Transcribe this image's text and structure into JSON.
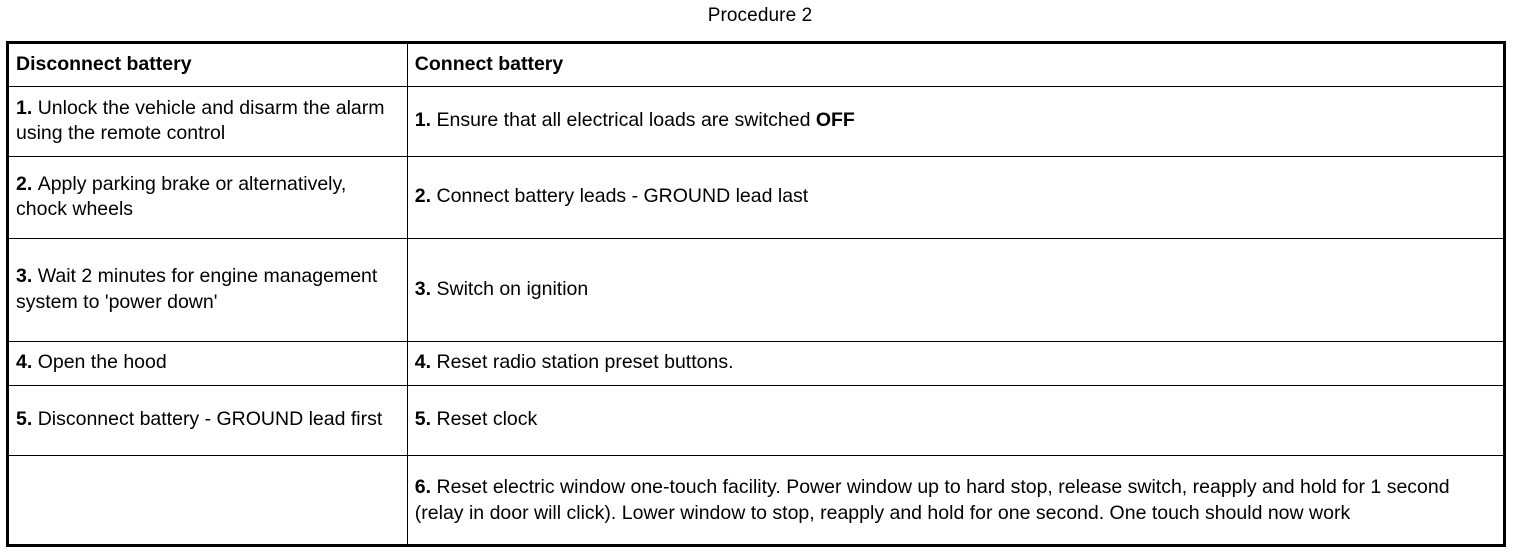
{
  "document": {
    "title": "Procedure 2"
  },
  "table": {
    "columns": [
      {
        "header": "Disconnect battery"
      },
      {
        "header": "Connect battery"
      }
    ],
    "disconnect_steps": [
      {
        "num": "1.",
        "text": "Unlock the vehicle and disarm the alarm using the remote control"
      },
      {
        "num": "2.",
        "text": "Apply parking brake or alternatively, chock wheels"
      },
      {
        "num": "3.",
        "text": "Wait 2 minutes for engine management system to 'power down'"
      },
      {
        "num": "4.",
        "text": "Open the hood"
      },
      {
        "num": "5.",
        "text": "Disconnect battery - GROUND lead first"
      },
      {
        "num": "",
        "text": ""
      }
    ],
    "connect_steps": [
      {
        "num": "1.",
        "text_before": "Ensure that all electrical loads are switched ",
        "emphasis": "OFF",
        "text_after": ""
      },
      {
        "num": "2.",
        "text_before": "Connect battery leads - GROUND lead last",
        "emphasis": "",
        "text_after": ""
      },
      {
        "num": "3.",
        "text_before": "Switch on ignition",
        "emphasis": "",
        "text_after": ""
      },
      {
        "num": "4.",
        "text_before": "Reset radio station preset buttons.",
        "emphasis": "",
        "text_after": ""
      },
      {
        "num": "5.",
        "text_before": "Reset clock",
        "emphasis": "",
        "text_after": ""
      },
      {
        "num": "6.",
        "text_before": "Reset electric window one-touch facility. Power window up to hard stop, release switch, reapply and hold for 1 second (relay in door will click). Lower window to stop, reapply and hold for one second. One touch should now work",
        "emphasis": "",
        "text_after": ""
      }
    ]
  },
  "colors": {
    "background": "#ffffff",
    "text": "#000000",
    "border": "#000000"
  }
}
